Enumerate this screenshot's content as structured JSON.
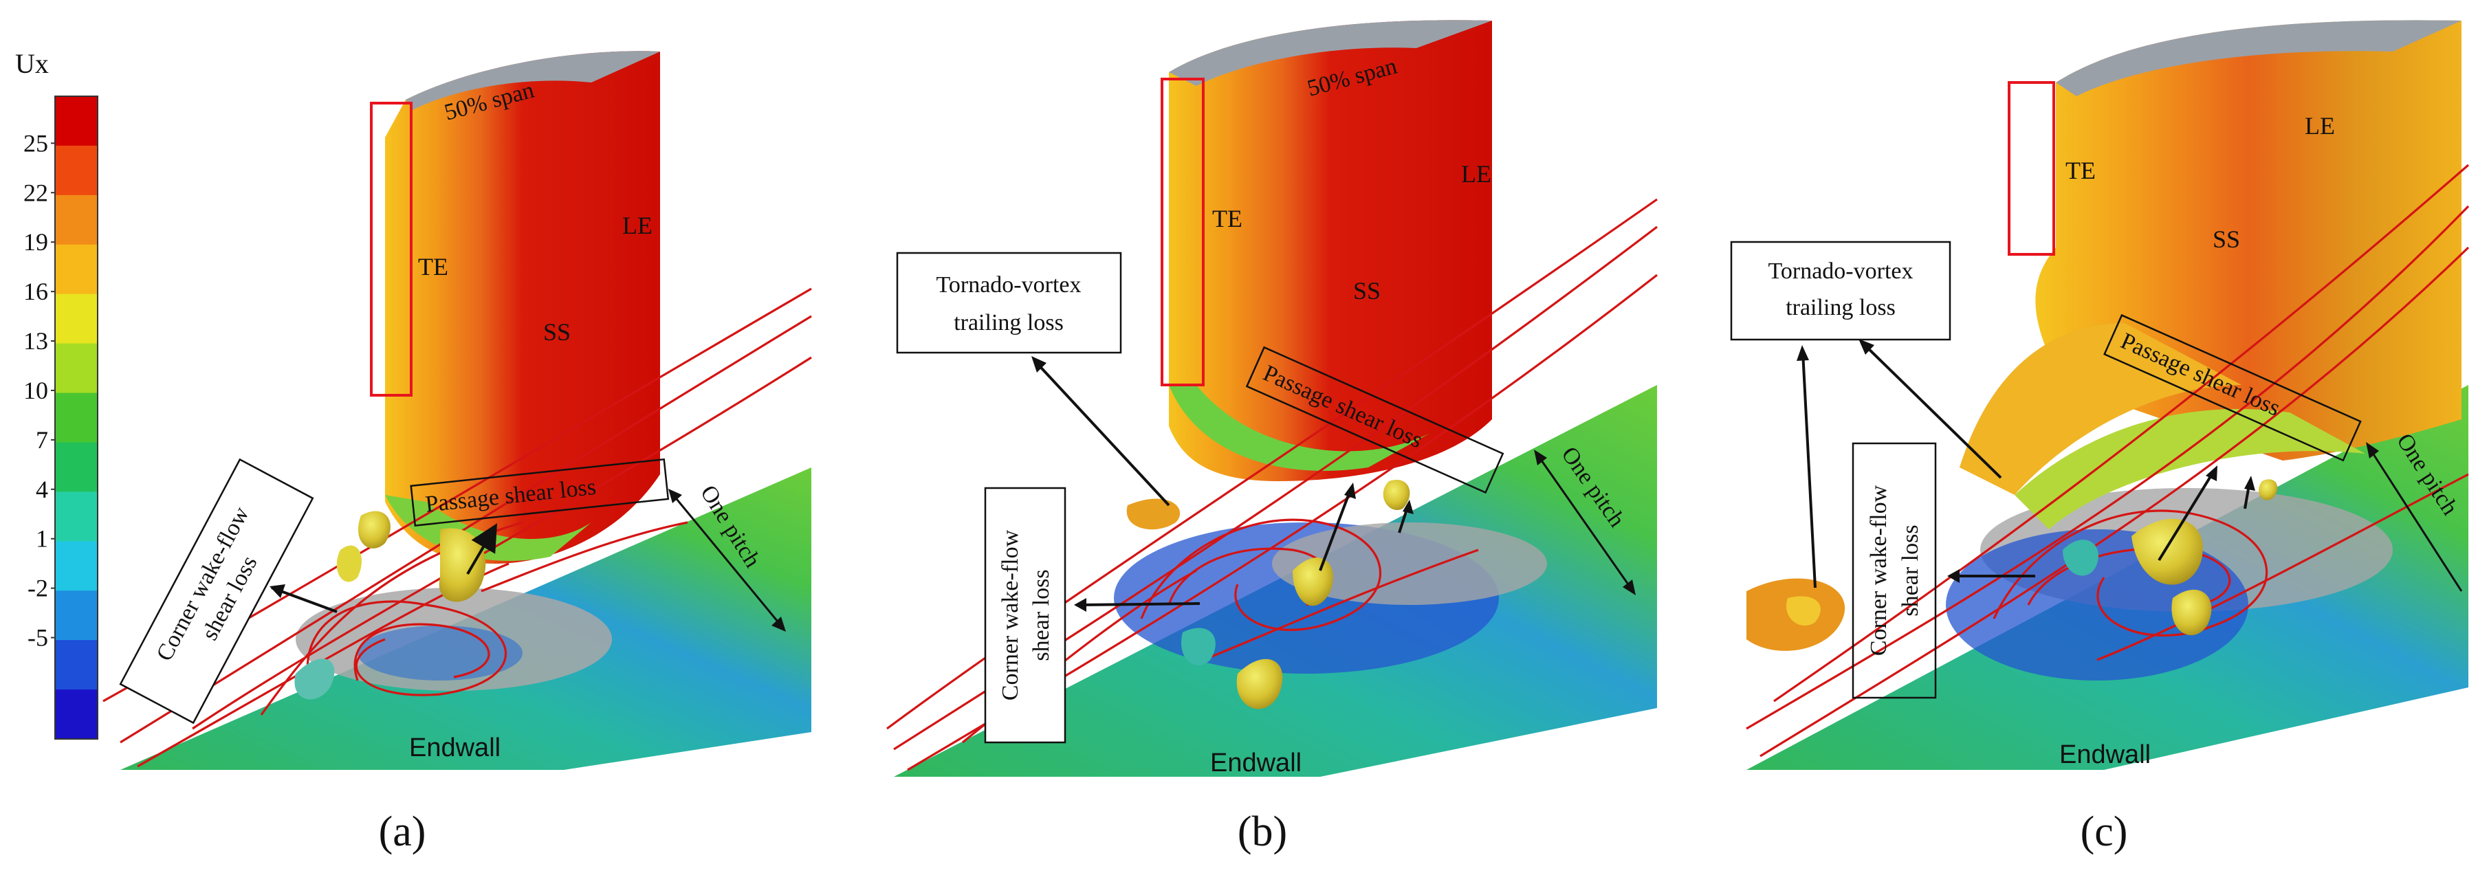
{
  "colorbar": {
    "title": "Ux",
    "ticks": [
      "25",
      "22",
      "19",
      "16",
      "13",
      "10",
      "7",
      "4",
      "1",
      "-2",
      "-5"
    ],
    "colors": [
      "#d40000",
      "#ee4a10",
      "#f28c18",
      "#f7b81a",
      "#e8e420",
      "#a6dc24",
      "#49c52f",
      "#22c05a",
      "#25cfa6",
      "#20c6e4",
      "#1e8fe0",
      "#1d4fd8",
      "#1a12c8"
    ]
  },
  "panels": [
    {
      "caption": "(a)",
      "labels": {
        "span": "50% span",
        "te": "TE",
        "le": "LE",
        "ss": "SS",
        "passage": "Passage shear loss",
        "corner_line1": "Corner wake-flow",
        "corner_line2": "shear loss",
        "pitch": "One pitch",
        "endwall": "Endwall"
      }
    },
    {
      "caption": "(b)",
      "labels": {
        "span": "50% span",
        "te": "TE",
        "le": "LE",
        "ss": "SS",
        "tornado_line1": "Tornado-vortex",
        "tornado_line2": "trailing loss",
        "passage": "Passage shear loss",
        "corner_line1": "Corner wake-flow",
        "corner_line2": "shear loss",
        "pitch": "One pitch",
        "endwall": "Endwall"
      }
    },
    {
      "caption": "(c)",
      "labels": {
        "te": "TE",
        "le": "LE",
        "ss": "SS",
        "tornado_line1": "Tornado-vortex",
        "tornado_line2": "trailing loss",
        "passage": "Passage shear loss",
        "corner_line1": "Corner wake-flow",
        "corner_line2": "shear loss",
        "pitch": "One pitch",
        "endwall": "Endwall"
      }
    }
  ]
}
